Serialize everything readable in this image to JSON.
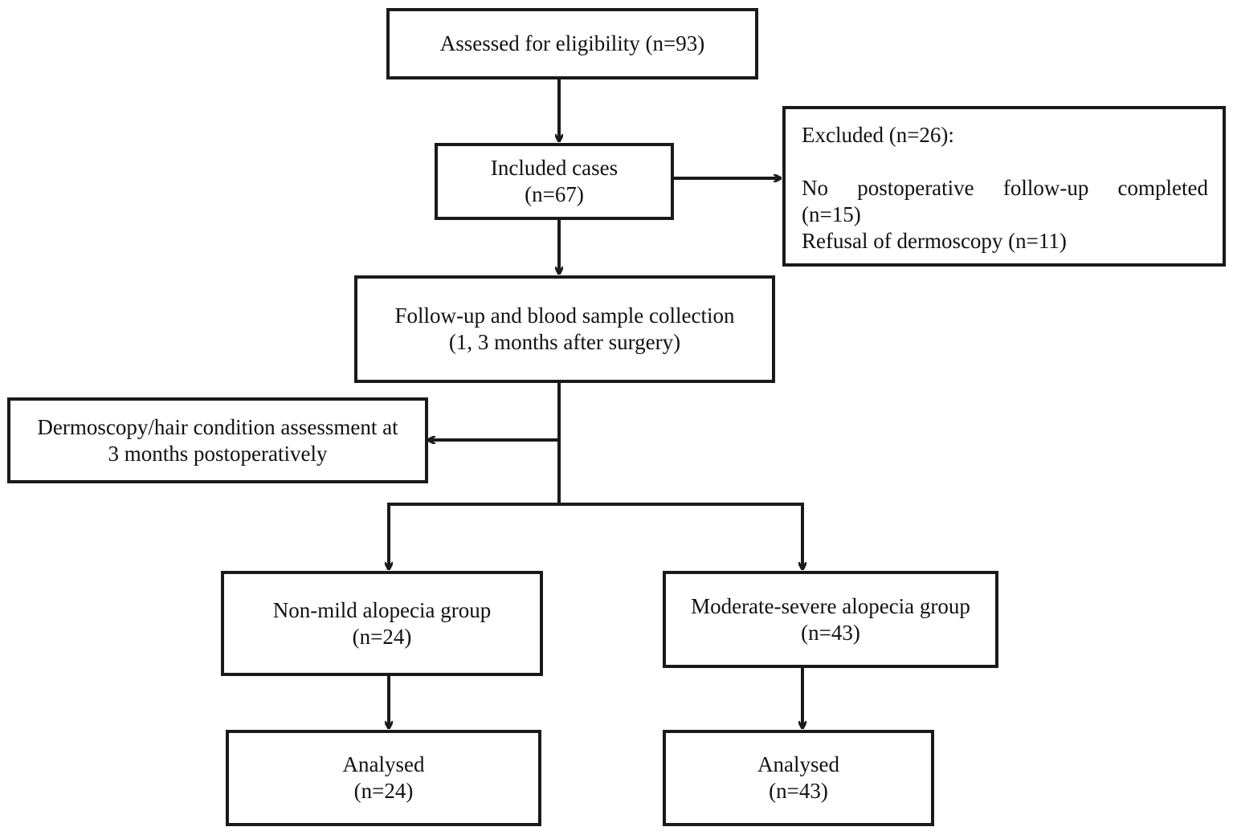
{
  "nodes": {
    "assessed": {
      "text": "Assessed for eligibility (n=93)"
    },
    "included": {
      "line1": "Included cases",
      "line2": "(n=67)"
    },
    "excluded": {
      "heading": "Excluded (n=26):",
      "item1": "No postoperative follow-up completed",
      "item1_cont": "(n=15)",
      "item2": "Refusal of dermoscopy (n=11)"
    },
    "followup": {
      "line1": "Follow-up and blood sample collection",
      "line2": "(1, 3 months after surgery)"
    },
    "dermoscopy": {
      "line1": "Dermoscopy/hair condition assessment at",
      "line2": "3 months postoperatively"
    },
    "nonmild": {
      "line1": "Non-mild alopecia group",
      "line2": "(n=24)"
    },
    "severe": {
      "line1": "Moderate-severe alopecia group",
      "line2": "(n=43)"
    },
    "analysed_left": {
      "line1": "Analysed",
      "line2": "(n=24)"
    },
    "analysed_right": {
      "line1": "Analysed",
      "line2": "(n=43)"
    }
  },
  "colors": {
    "stroke": "#1a1a1a",
    "background": "#ffffff",
    "text": "#111111"
  }
}
